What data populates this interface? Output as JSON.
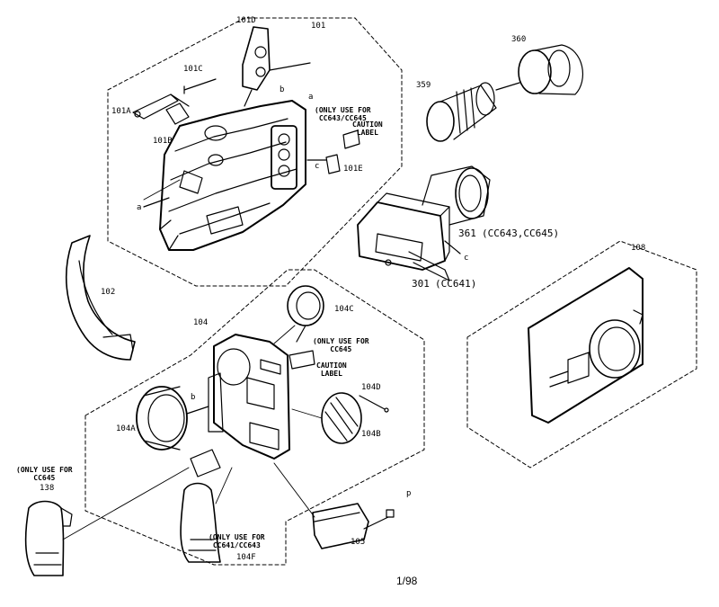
{
  "diagram": {
    "part_labels": {
      "p101": "101",
      "p101a": "101A",
      "p101b": "101B",
      "p101c": "101C",
      "p101d": "101D",
      "p101e": "101E",
      "p102": "102",
      "p104": "104",
      "p104a": "104A",
      "p104b": "104B",
      "p104c": "104C",
      "p104d": "104D",
      "p104f": "104F",
      "p105": "105",
      "p108": "108",
      "p138": "138",
      "p359": "359",
      "p360": "360",
      "p361": "361",
      "p361_models": "(CC643,CC645)",
      "p301": "301",
      "p301_models": "(CC641)"
    },
    "notes": {
      "only_cc643_cc645": "(ONLY USE FOR\nCC643/CC645",
      "only_cc645_top": "(ONLY USE FOR\nCC645",
      "only_cc645_left": "(ONLY USE FOR\nCC645",
      "only_cc641_cc643": "(ONLY USE FOR\nCC641/CC643",
      "caution_label_1": "CAUTION\nLABEL",
      "caution_label_2": "CAUTION\nLABEL"
    },
    "wire_letters": {
      "a1": "a",
      "a2": "a",
      "b1": "b",
      "b2": "b",
      "c1": "c",
      "c2": "c",
      "p1": "p"
    },
    "page_number": "1/98"
  }
}
